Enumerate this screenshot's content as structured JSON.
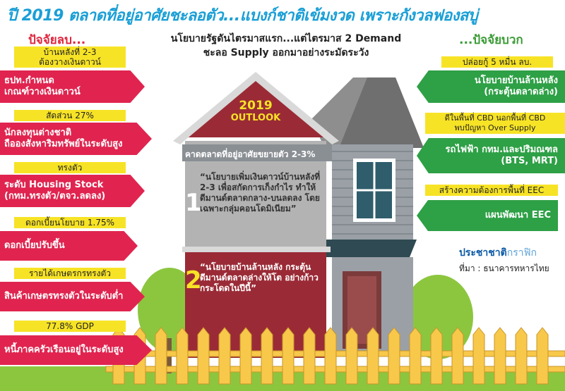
{
  "title": "ปี 2019 ตลาดที่อยู่อาศัยชะลอตัว...แบงก์ชาติเข้มงวด เพราะกังวลฟองสบู่",
  "subtitle_line1": "นโยบายรัฐดันไตรมาสแรก...แต่ไตรมาส 2 Demand",
  "subtitle_line2": "ชะลอ Supply ออกมาอย่างระมัดระวัง",
  "negative": {
    "heading": "ปัจจัยลบ...",
    "items": [
      {
        "tag_line1": "บ้านหลังที่ 2-3",
        "tag_line2": "ต้องวางเงินดาวน์",
        "line1": "ธปท.กำหนด",
        "line2": "เกณฑ์วางเงินดาวน์"
      },
      {
        "tag_line1": "สัดส่วน 27%",
        "line1": "นักลงทุนต่างชาติ",
        "line2": "ถือองสังหาริมทรัพย์ในระดับสูง"
      },
      {
        "tag_line1": "ทรงตัว",
        "line1": "ระดับ Housing Stock",
        "line2": "(กทม.ทรงตัว/ตจว.ลดลง)"
      },
      {
        "tag_line1": "ดอกเบี้ยนโยบาย 1.75%",
        "line1": "ดอกเบี้ยปรับขึ้น"
      },
      {
        "tag_line1": "รายได้เกษตรกรทรงตัว",
        "line1": "สินค้าเกษตรทรงตัวในระดับต่ำ"
      },
      {
        "tag_line1": "77.8% GDP",
        "line1": "หนี้ภาคครัวเรือนอยู่ในระดับสูง"
      }
    ]
  },
  "positive": {
    "heading": "...ปัจจัยบวก",
    "items": [
      {
        "tag_line1": "ปล่อยกู้ 5 หมื่น ลบ.",
        "line1": "นโยบายบ้านล้านหลัง",
        "line2": "(กระตุ้นตลาดล่าง)"
      },
      {
        "tag_line1": "ดีในพื้นที่ CBD นอกพื้นที่ CBD",
        "tag_line2": "พบปัญหา Over Supply",
        "line1": "รถไฟฟ้า กทม.และปริมณฑล",
        "line2": "(BTS, MRT)"
      },
      {
        "tag_line1": "สร้างความต้องการพื้นที่ EEC",
        "line1": "แผนพัฒนา EEC"
      }
    ]
  },
  "house": {
    "year": "2019",
    "label": "OUTLOOK",
    "forecast": "คาดตลาดที่อยู่อาศัยขยายตัว 2-3%",
    "point1_num": "1",
    "point1": "“นโยบายเพิ่มเงินดาวน์บ้านหลังที่ 2-3 เพื่อสกัดการเก็งกำไร ทำให้ดีมานด์ตลาดกลาง-บนลดลง โดยเฉพาะกลุ่มคอนโดมิเนียม”",
    "point2_num": "2",
    "point2": "“นโยบายบ้านล้านหลัง กระตุ้นดีมานด์ตลาดล่างให้โต อย่างก้าวกระโดดในปีนี้”"
  },
  "brand_main": "ประชาชาติ",
  "brand_accent": "กราฟิก",
  "source": "ที่มา : ธนาคารทหารไทย",
  "colors": {
    "negative": "#e0244f",
    "positive": "#2ea046",
    "tag": "#f7e326",
    "title": "#1a9fd6",
    "roof": "#9a2b36"
  }
}
